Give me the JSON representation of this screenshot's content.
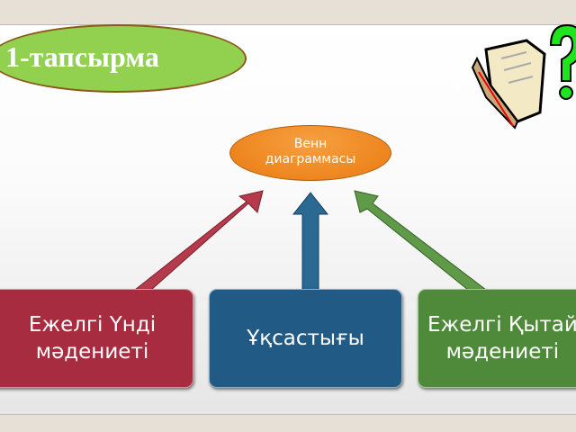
{
  "title": "1-тапсырма",
  "center": {
    "line1": "Венн",
    "line2": "диаграммасы"
  },
  "boxes": [
    {
      "line1": "Ежелгі Үнді",
      "line2": "мәдениеті",
      "color": "#a72c3f"
    },
    {
      "line1": "Ұқсастығы",
      "color": "#215b85"
    },
    {
      "line1": "Ежелгі Қытай",
      "line2": "мәдениеті",
      "color": "#4f8a3a"
    }
  ],
  "colors": {
    "title_bg": "#92d050",
    "center_bg": "#ea7a10"
  }
}
